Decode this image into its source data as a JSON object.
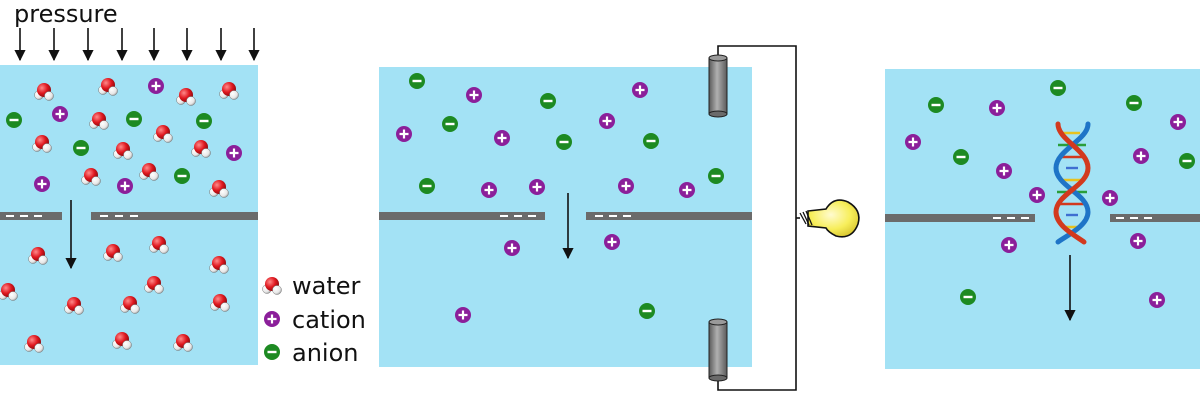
{
  "pressure_label": "pressure",
  "legend": {
    "water": "water",
    "cation": "cation",
    "anion": "anion"
  },
  "colors": {
    "water_bath": "#a3e2f5",
    "membrane": "#6b6b6b",
    "oxygen": "#e0181f",
    "hydrogen": "#ffffff",
    "cation": "#8b1f9a",
    "anion": "#1d8a22",
    "electrode": "#808080",
    "bulb": "#f7ee5a",
    "dna_strand_1": "#1e74c7",
    "dna_strand_2": "#d2391e"
  },
  "icons": [
    "down-arrow-icon",
    "water-molecule-icon",
    "cation-icon",
    "anion-icon",
    "electrode-icon",
    "lightbulb-icon",
    "dna-icon"
  ],
  "panels": [
    "pressure-driven",
    "electrode-driven",
    "dna-translocation"
  ]
}
